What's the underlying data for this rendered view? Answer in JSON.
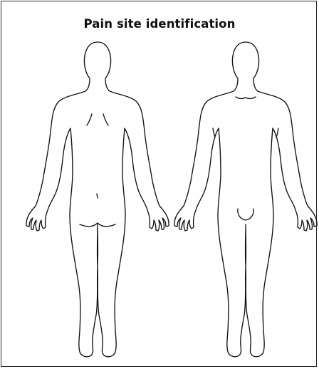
{
  "title": "Pain site identification",
  "figures": [
    {
      "view": "back",
      "icon": "human-body-back-outline-icon"
    },
    {
      "view": "front",
      "icon": "human-body-front-outline-icon"
    }
  ],
  "colors": {
    "outline": "#111111",
    "frame_border": "#2b2b2b",
    "background": "#ffffff"
  }
}
